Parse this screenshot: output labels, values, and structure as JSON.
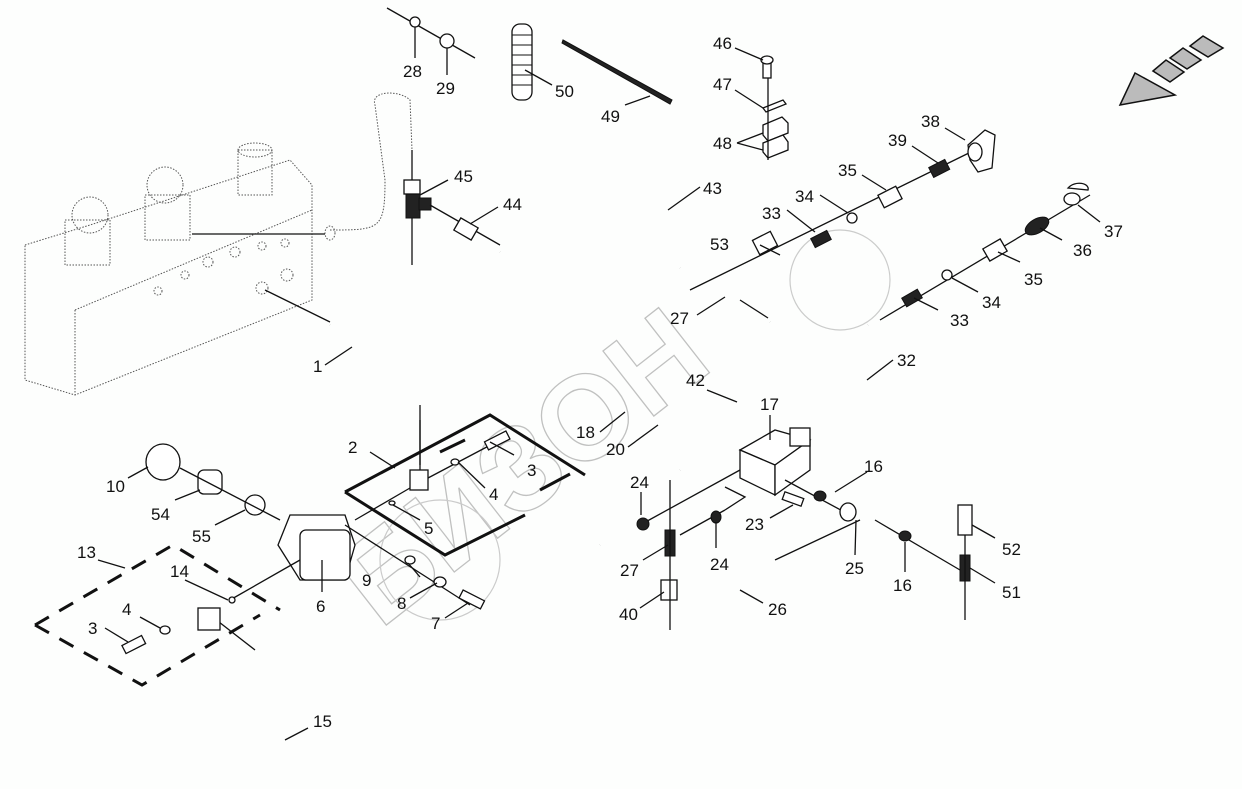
{
  "diagram": {
    "type": "exploded parts diagram — hydraulic hose assembly",
    "corner_code": "",
    "watermark_text": "БИЗОН",
    "direction_arrow": "travel-direction-arrow (pointing down-left)",
    "callouts": [
      {
        "id": "c28",
        "label": "28"
      },
      {
        "id": "c29",
        "label": "29"
      },
      {
        "id": "c50",
        "label": "50"
      },
      {
        "id": "c49",
        "label": "49"
      },
      {
        "id": "c46",
        "label": "46"
      },
      {
        "id": "c47",
        "label": "47"
      },
      {
        "id": "c48",
        "label": "48"
      },
      {
        "id": "c38",
        "label": "38"
      },
      {
        "id": "c39",
        "label": "39"
      },
      {
        "id": "c35a",
        "label": "35"
      },
      {
        "id": "c34a",
        "label": "34"
      },
      {
        "id": "c33a",
        "label": "33"
      },
      {
        "id": "c53",
        "label": "53"
      },
      {
        "id": "c43",
        "label": "43"
      },
      {
        "id": "c45",
        "label": "45"
      },
      {
        "id": "c44",
        "label": "44"
      },
      {
        "id": "c37",
        "label": "37"
      },
      {
        "id": "c36",
        "label": "36"
      },
      {
        "id": "c35b",
        "label": "35"
      },
      {
        "id": "c34b",
        "label": "34"
      },
      {
        "id": "c33b",
        "label": "33"
      },
      {
        "id": "c27a",
        "label": "27"
      },
      {
        "id": "c1",
        "label": "1"
      },
      {
        "id": "c32",
        "label": "32"
      },
      {
        "id": "c42",
        "label": "42"
      },
      {
        "id": "c17",
        "label": "17"
      },
      {
        "id": "c18",
        "label": "18"
      },
      {
        "id": "c20",
        "label": "20"
      },
      {
        "id": "c2",
        "label": "2"
      },
      {
        "id": "c3a",
        "label": "3"
      },
      {
        "id": "c4a",
        "label": "4"
      },
      {
        "id": "c5",
        "label": "5"
      },
      {
        "id": "c10",
        "label": "10"
      },
      {
        "id": "c54",
        "label": "54"
      },
      {
        "id": "c55",
        "label": "55"
      },
      {
        "id": "c16a",
        "label": "16"
      },
      {
        "id": "c24a",
        "label": "24"
      },
      {
        "id": "c23",
        "label": "23"
      },
      {
        "id": "c24b",
        "label": "24"
      },
      {
        "id": "c25",
        "label": "25"
      },
      {
        "id": "c27b",
        "label": "27"
      },
      {
        "id": "c16b",
        "label": "16"
      },
      {
        "id": "c52",
        "label": "52"
      },
      {
        "id": "c51",
        "label": "51"
      },
      {
        "id": "c13",
        "label": "13"
      },
      {
        "id": "c14",
        "label": "14"
      },
      {
        "id": "c4b",
        "label": "4"
      },
      {
        "id": "c3b",
        "label": "3"
      },
      {
        "id": "c6",
        "label": "6"
      },
      {
        "id": "c9",
        "label": "9"
      },
      {
        "id": "c8",
        "label": "8"
      },
      {
        "id": "c7",
        "label": "7"
      },
      {
        "id": "c40",
        "label": "40"
      },
      {
        "id": "c26",
        "label": "26"
      },
      {
        "id": "c15",
        "label": "15"
      }
    ]
  }
}
